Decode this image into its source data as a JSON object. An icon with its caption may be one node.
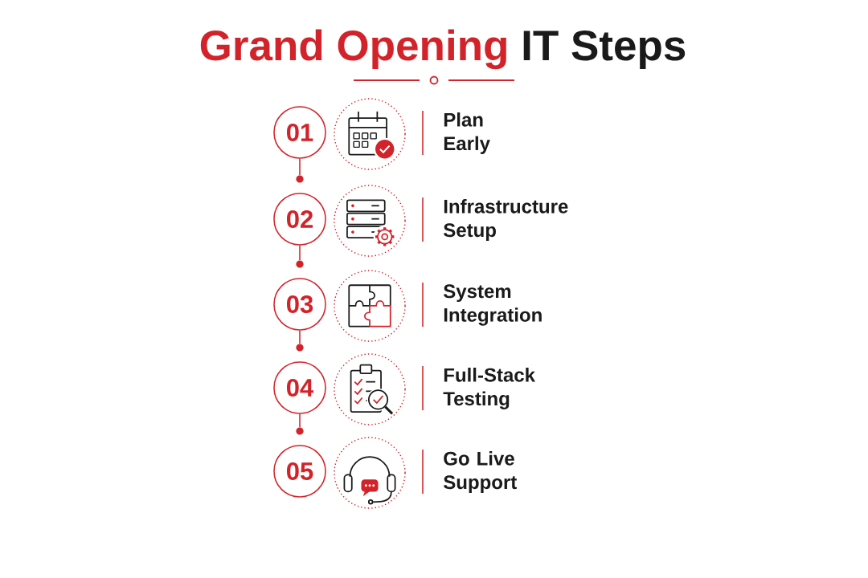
{
  "diagram": {
    "title": "Grand Opening IT Steps",
    "nodes": [
      {
        "text": [
          "01"
        ]
      },
      {
        "text": [],
        "shape": "circle",
        "beside": [
          "Plan Early"
        ]
      },
      {
        "text": [],
        "shape": "dot"
      },
      {
        "text": [
          "02"
        ]
      },
      {
        "text": [],
        "shape": "circle",
        "beside": [
          "Infrastructure Setup"
        ]
      },
      {
        "text": [],
        "shape": "dot"
      },
      {
        "text": [
          "03"
        ]
      },
      {
        "text": [],
        "shape": "circle",
        "beside": [
          "System Integration"
        ]
      },
      {
        "text": [],
        "shape": "dot"
      },
      {
        "text": [
          "04"
        ]
      },
      {
        "text": [],
        "shape": "circle",
        "beside": [
          "Full-Stack Testing"
        ]
      },
      {
        "text": [],
        "shape": "dot"
      },
      {
        "text": [
          "05"
        ]
      },
      {
        "text": [],
        "shape": "circle",
        "beside": [
          "Go Live Support"
        ]
      }
    ],
    "edges": [
      {
        "from": 0,
        "to": 2,
        "arrow": "none"
      },
      {
        "from": 3,
        "to": 5,
        "arrow": "none"
      },
      {
        "from": 6,
        "to": 8,
        "arrow": "none"
      },
      {
        "from": 9,
        "to": 11,
        "arrow": "none"
      }
    ]
  }
}
